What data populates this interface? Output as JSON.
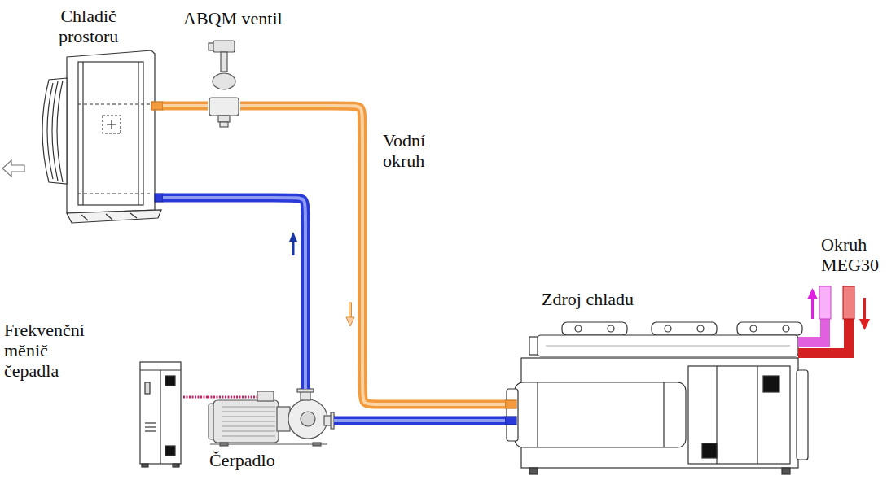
{
  "diagram": {
    "nodes": [
      {
        "text": [
          "Chladič prostoru"
        ]
      },
      {
        "text": [
          "ABQM ventil"
        ]
      },
      {
        "text": [
          "Zdroj chladu"
        ]
      },
      {
        "text": [
          "Frekvenční měnič čepadla"
        ]
      },
      {
        "text": [
          "Čerpadlo"
        ]
      }
    ],
    "edges": [
      {
        "from": 0,
        "to": 1,
        "arrow": "none"
      },
      {
        "from": 1,
        "to": 2,
        "arrow": "none"
      },
      {
        "from": 2,
        "to": 4,
        "arrow": "none"
      },
      {
        "from": 4,
        "to": 0,
        "arrow": "none"
      },
      {
        "from": 3,
        "to": 4,
        "arrow": "none"
      }
    ],
    "labels": [
      "Vodní okruh",
      "Okruh MEG30"
    ]
  }
}
